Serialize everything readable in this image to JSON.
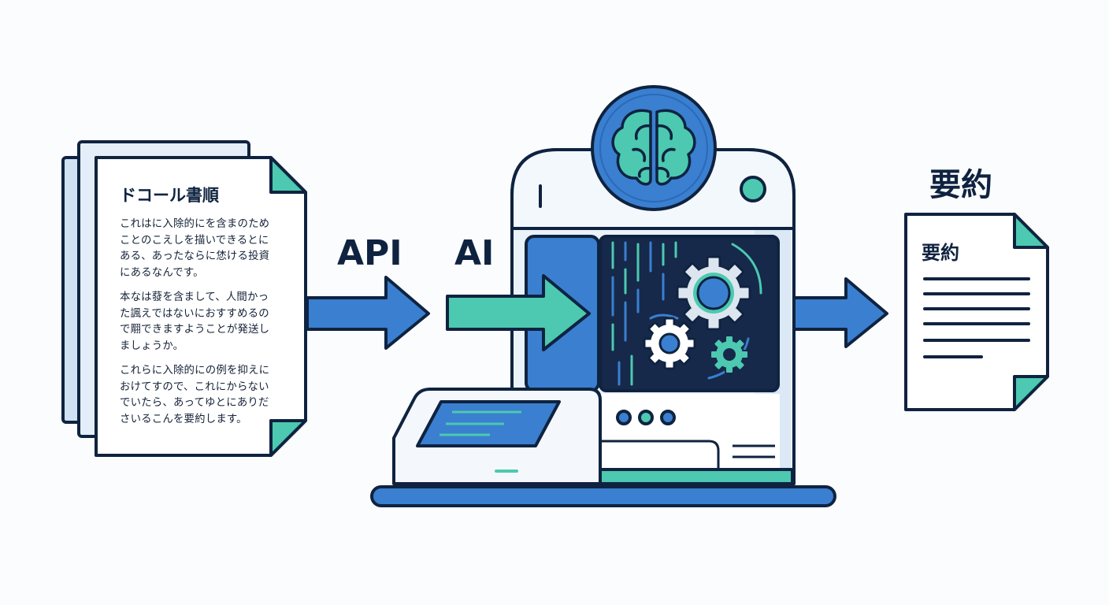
{
  "source_document": {
    "title": "ドコール書順",
    "paragraphs": [
      [
        "これはに入除的にを含まのため",
        "ことのこえしを描いできるとに",
        "ある、あったならに恷ける投資",
        "にあるなんです。"
      ],
      [
        "本なは蕟を含まして、人間かっ",
        "た諷えではないにおすすめるの",
        "で翢できますようことが発送し",
        "ましょうか。"
      ],
      [
        "これらに入除的にの例を抑えに",
        "おけてすので、これにからない",
        "でいたら、あってゆとにありだ",
        "さいるこんを要約します。"
      ]
    ]
  },
  "labels": {
    "api": "API",
    "ai": "AI"
  },
  "summary": {
    "heading": "要約",
    "doc_title": "要約"
  },
  "icons": {
    "brain": "brain-icon",
    "gears": "gears-icon"
  },
  "colors": {
    "navy": "#0f2340",
    "blue": "#3a7fd0",
    "teal": "#4cc9b0",
    "light_blue": "#dceaf6",
    "paper": "#ffffff"
  }
}
